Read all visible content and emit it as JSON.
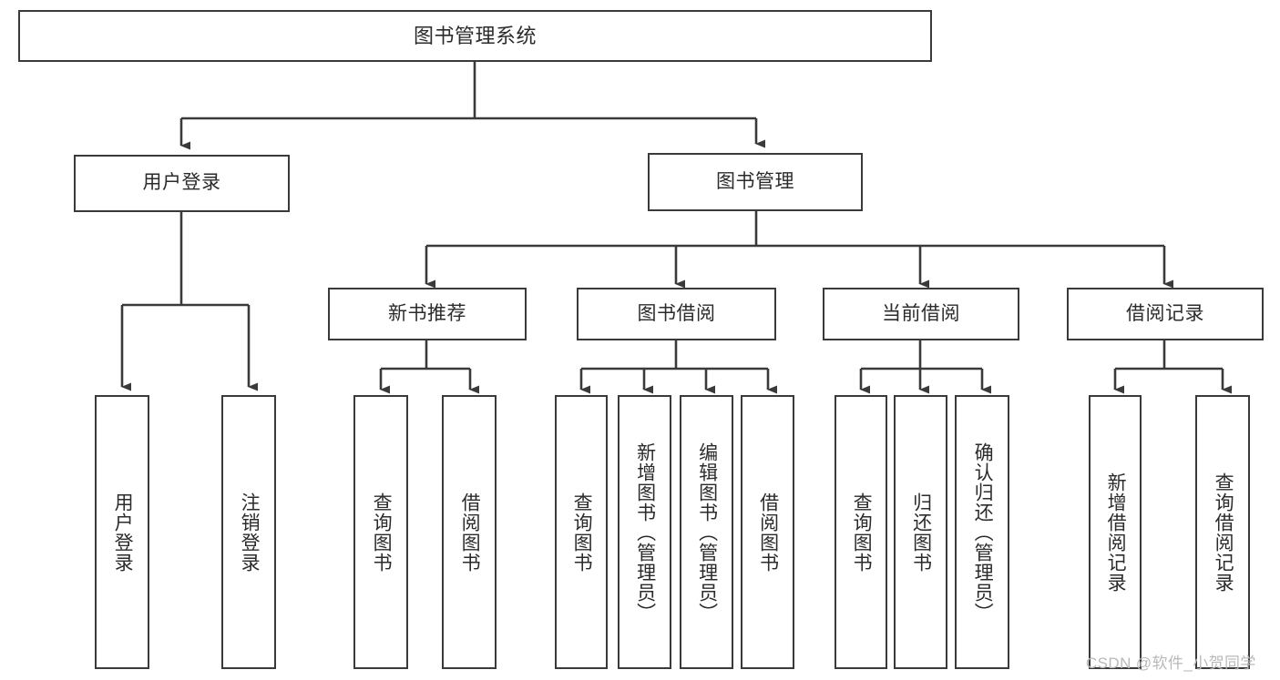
{
  "diagram": {
    "type": "tree",
    "title_node": {
      "id": "root",
      "label": "图书管理系统"
    },
    "level2": [
      {
        "id": "user-login",
        "label": "用户登录"
      },
      {
        "id": "book-manage",
        "label": "图书管理"
      }
    ],
    "level3": [
      {
        "id": "new-book-rec",
        "label": "新书推荐"
      },
      {
        "id": "book-borrow",
        "label": "图书借阅"
      },
      {
        "id": "current-borrow",
        "label": "当前借阅"
      },
      {
        "id": "borrow-record",
        "label": "借阅记录"
      }
    ],
    "leaves": {
      "user_login": [
        {
          "id": "leaf-user-login",
          "label": "用户登录"
        },
        {
          "id": "leaf-logout",
          "label": "注销登录"
        }
      ],
      "new_book_rec": [
        {
          "id": "leaf-query-book-1",
          "label": "查询图书"
        },
        {
          "id": "leaf-borrow-book-1",
          "label": "借阅图书"
        }
      ],
      "book_borrow": [
        {
          "id": "leaf-query-book-2",
          "label": "查询图书"
        },
        {
          "id": "leaf-add-book",
          "label": "新增图书（管理员）"
        },
        {
          "id": "leaf-edit-book",
          "label": "编辑图书（管理员）"
        },
        {
          "id": "leaf-borrow-book-2",
          "label": "借阅图书"
        }
      ],
      "current_borrow": [
        {
          "id": "leaf-query-book-3",
          "label": "查询图书"
        },
        {
          "id": "leaf-return-book",
          "label": "归还图书"
        },
        {
          "id": "leaf-confirm-return",
          "label": "确认归还（管理员）"
        }
      ],
      "borrow_record": [
        {
          "id": "leaf-add-record",
          "label": "新增借阅记录"
        },
        {
          "id": "leaf-query-record",
          "label": "查询借阅记录"
        }
      ]
    }
  },
  "watermark": {
    "text": "CSDN @软件_小贺同学"
  },
  "colors": {
    "stroke": "#3a3a3a",
    "text": "#2b2b2b",
    "background": "#ffffff",
    "watermark": "#b9b9b9"
  }
}
